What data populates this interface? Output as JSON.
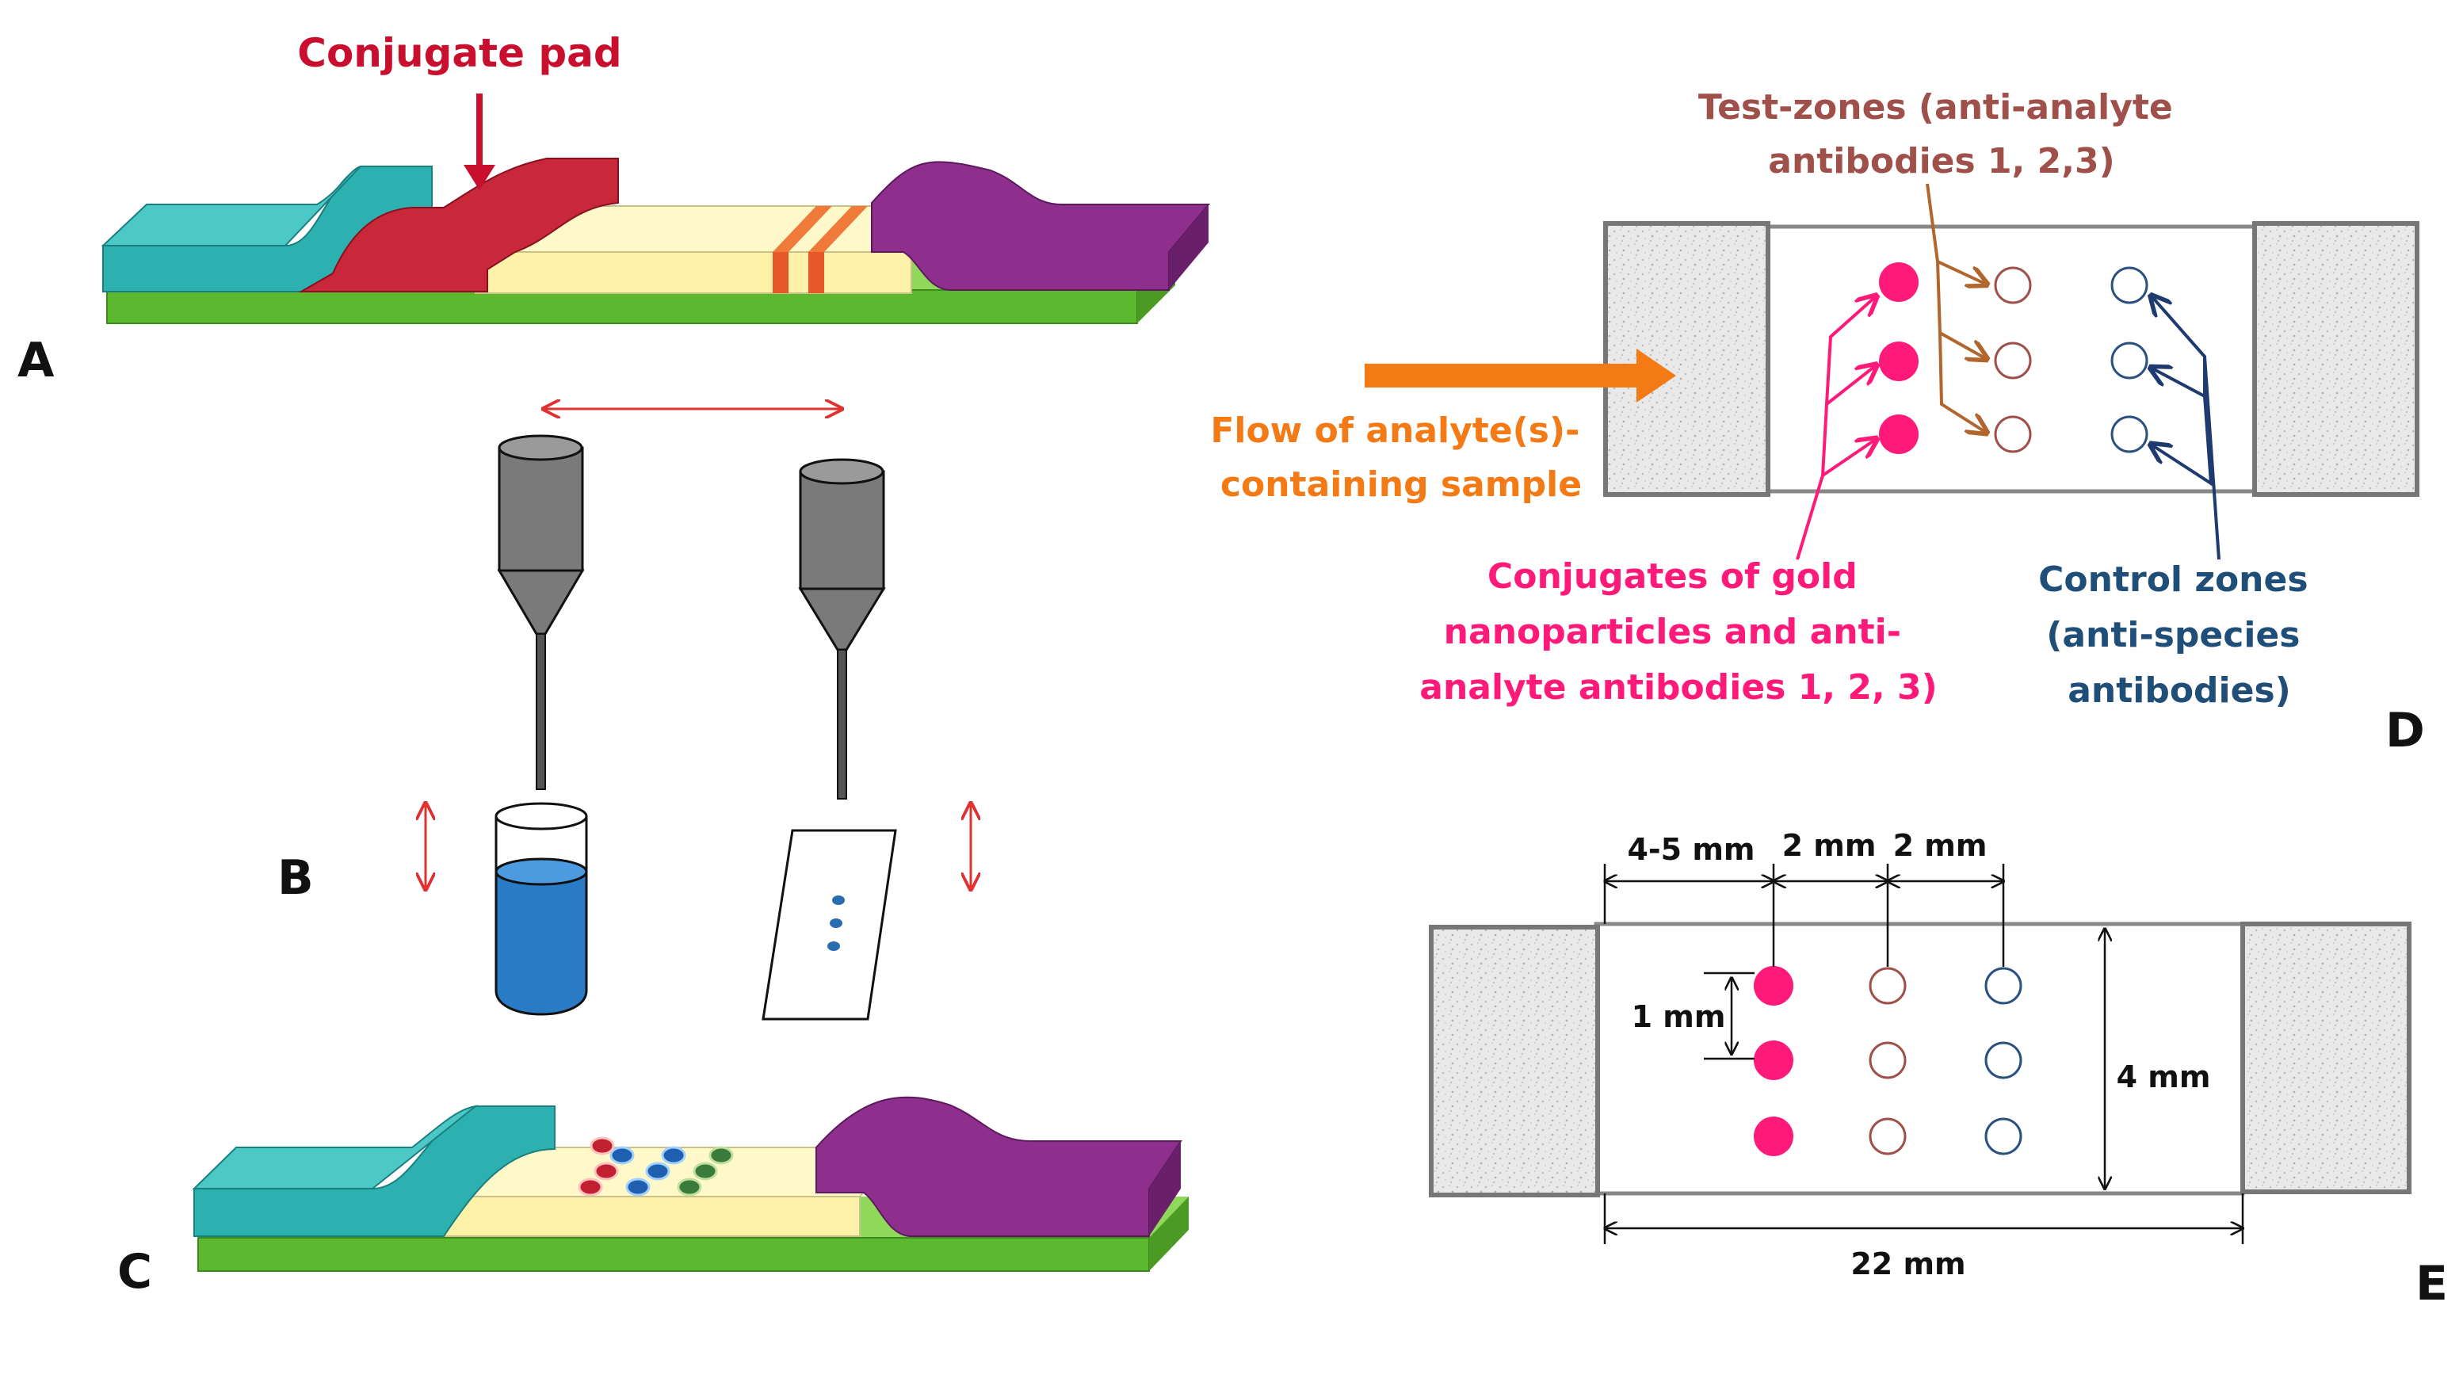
{
  "panels": {
    "a": {
      "letter": "A",
      "conjugate_pad_label": "Conjugate pad"
    },
    "b": {
      "letter": "B"
    },
    "c": {
      "letter": "C"
    },
    "d": {
      "letter": "D",
      "test_zones_label": [
        "Test-zones (anti-analyte",
        "antibodies 1, 2,3)"
      ],
      "flow_label": [
        "Flow of analyte(s)-",
        "containing sample"
      ],
      "conjugates_label": [
        "Conjugates of gold",
        "nanoparticles and anti-",
        "analyte antibodies 1, 2, 3)"
      ],
      "control_label": [
        "Control zones",
        "(anti-species",
        "antibodies)"
      ]
    },
    "e": {
      "letter": "E",
      "dim_4_5": "4-5 mm",
      "dim_2a": "2 mm",
      "dim_2b": "2 mm",
      "dim_1": "1 mm",
      "dim_4": "4 mm",
      "dim_22": "22 mm"
    }
  },
  "colors": {
    "teal": "#2fb3b3",
    "crimson": "#c0283c",
    "cream": "#fdf6bd",
    "purple": "#8a2a8a",
    "green": "#6cc43a",
    "red_label": "#c8102e",
    "orange": "#f47a16",
    "brown": "#a0504a",
    "magenta": "#ff1a7a",
    "navy": "#1f4e79",
    "stripe": "#f0783c"
  }
}
